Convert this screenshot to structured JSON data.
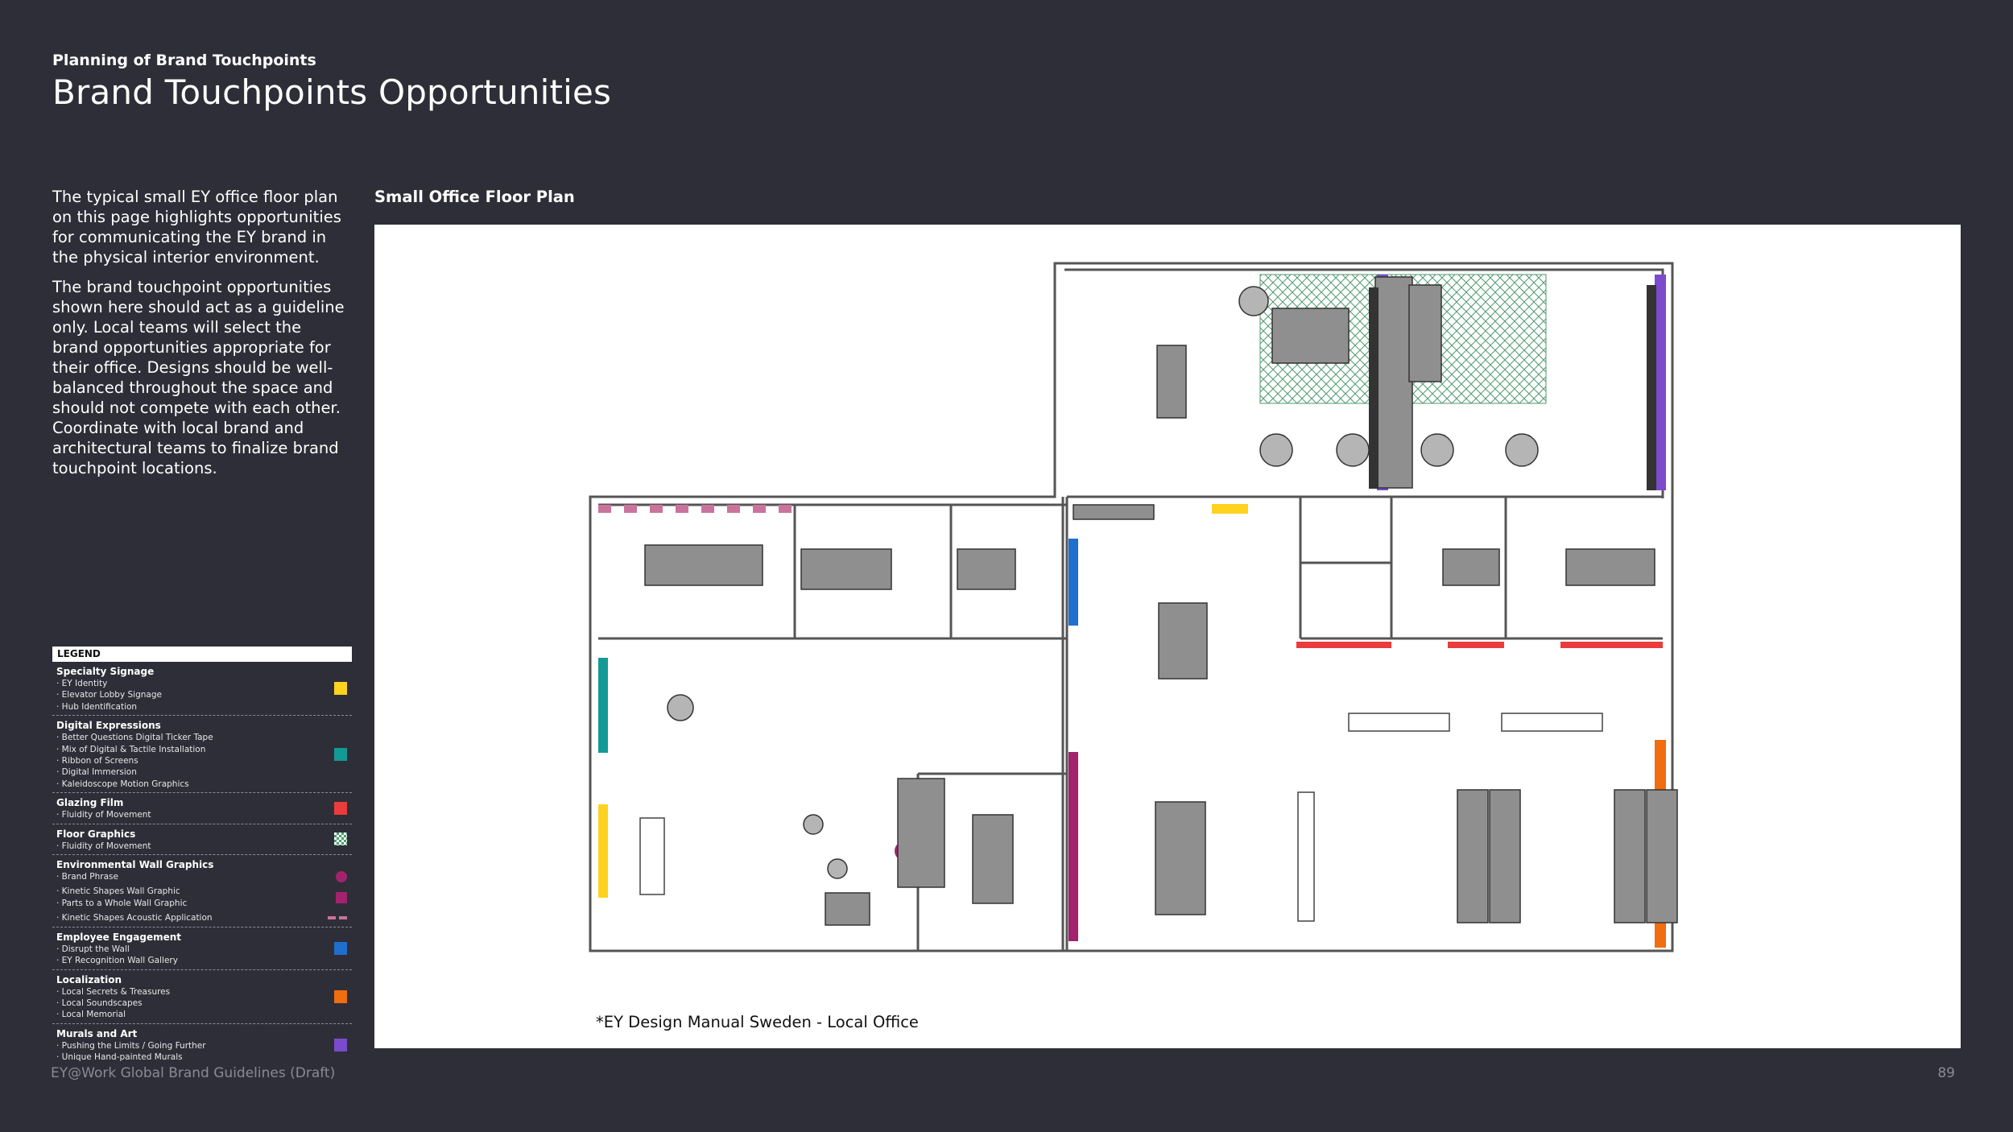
{
  "header": {
    "eyebrow": "Planning of Brand Touchpoints",
    "title": "Brand Touchpoints Opportunities"
  },
  "intro": {
    "p1": "The typical small EY office floor plan on this page highlights opportunities for communicating the EY brand in the physical interior environment.",
    "p2": "The brand touchpoint opportunities shown here should act as a guideline only. Local teams will select the brand opportunities appropriate for their office. Designs should be well-balanced throughout the space and should not compete with each other. Coordinate with local brand and architectural teams to finalize brand touchpoint locations."
  },
  "plan": {
    "label": "Small Office Floor Plan",
    "caption": "*EY Design Manual Sweden - Local Office"
  },
  "legend": {
    "heading": "LEGEND",
    "groups": [
      {
        "title": "Specialty Signage",
        "items": [
          "· EY Identity",
          "· Elevator Lobby Signage",
          "· Hub Identification"
        ],
        "color": "#ffd21f"
      },
      {
        "title": "Digital Expressions",
        "items": [
          "· Better Questions Digital Ticker Tape",
          "· Mix of Digital & Tactile Installation",
          "· Ribbon of Screens",
          "· Digital Immersion",
          "· Kaleidoscope Motion Graphics"
        ],
        "color": "#139a94"
      },
      {
        "title": "Glazing Film",
        "items": [
          "· Fluidity of Movement"
        ],
        "color": "#ea3c3c"
      },
      {
        "title": "Floor Graphics",
        "items": [
          "· Fluidity of Movement"
        ],
        "color": "#4f9a6e"
      },
      {
        "title": "Environmental Wall Graphics",
        "items": [
          "· Brand Phrase",
          "· Kinetic Shapes Wall Graphic",
          "· Parts to a Whole Wall Graphic",
          "· Kinetic Shapes Acoustic Application"
        ],
        "color": "#a3226e",
        "item_colors": [
          "#a3226e",
          "#a3226e",
          "",
          "#c9739d"
        ]
      },
      {
        "title": "Employee Engagement",
        "items": [
          "· Disrupt the Wall",
          "· EY Recognition Wall Gallery"
        ],
        "color": "#1f6fce"
      },
      {
        "title": "Localization",
        "items": [
          "· Local Secrets & Treasures",
          "· Local Soundscapes",
          "· Local Memorial"
        ],
        "color": "#f06d10"
      },
      {
        "title": "Murals and Art",
        "items": [
          "· Pushing the Limits / Going Further",
          "· Unique Hand-painted Murals"
        ],
        "color": "#7a4bcc"
      }
    ]
  },
  "footer": {
    "left": "EY@Work Global Brand Guidelines (Draft)",
    "page": "89"
  },
  "colors": {
    "background": "#2e2e38",
    "yellow": "#ffd21f",
    "teal": "#139a94",
    "red": "#ea3c3c",
    "green": "#4f9a6e",
    "magenta": "#a3226e",
    "pink": "#c9739d",
    "blue": "#1f6fce",
    "orange": "#f06d10",
    "purple": "#7a4bcc"
  }
}
